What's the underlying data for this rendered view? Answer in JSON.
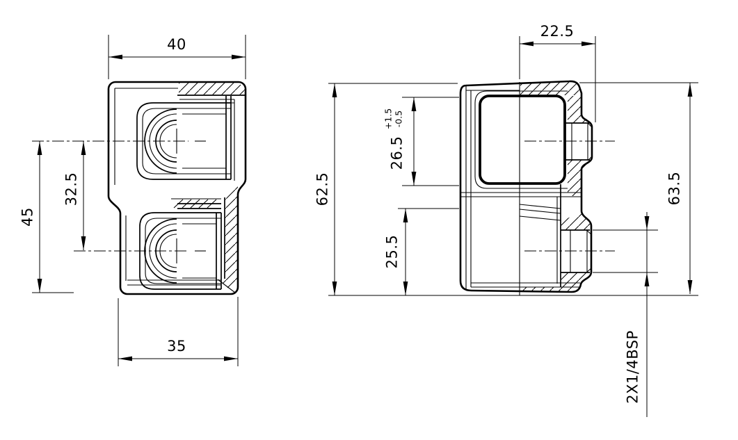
{
  "drawing": {
    "colors": {
      "line": "#000000",
      "background": "#ffffff"
    },
    "front_view": {
      "dim_top_width": "40",
      "dim_left_height": "45",
      "dim_port_spacing": "32.5",
      "dim_bottom_width": "35"
    },
    "side_view": {
      "dim_top_width": "22.5",
      "dim_left_height": "62.5",
      "dim_upper_depth": "26.5",
      "dim_upper_depth_tol_plus": "+1.5",
      "dim_upper_depth_tol_minus": "-0.5",
      "dim_lower_depth": "25.5",
      "dim_right_height": "63.5",
      "port_spec": "2X1/4BSP"
    }
  }
}
